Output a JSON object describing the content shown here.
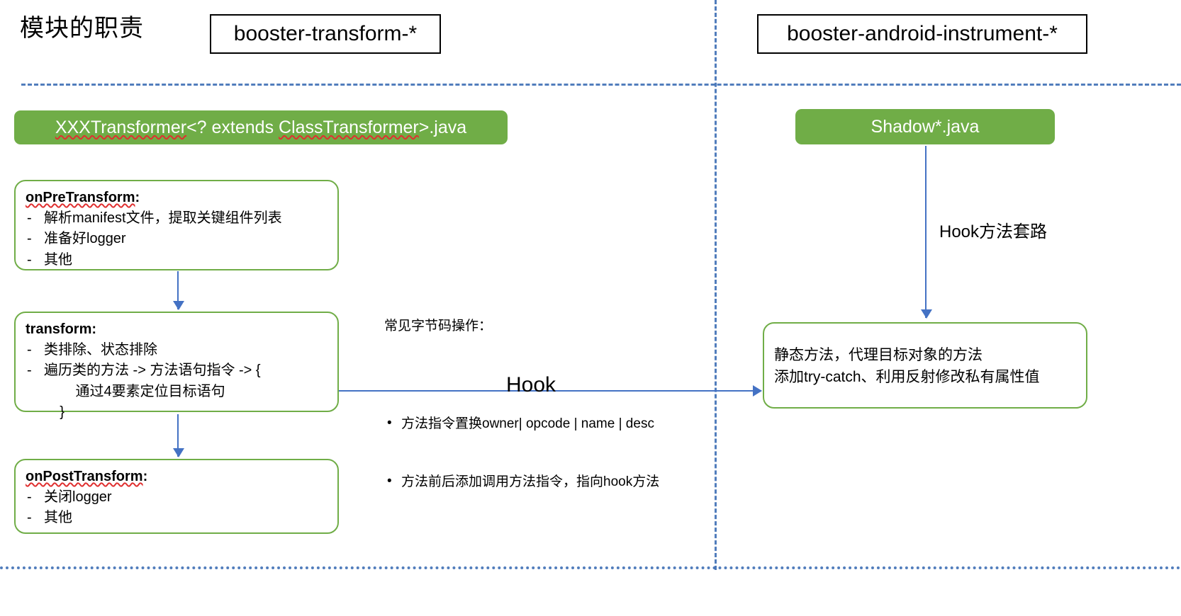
{
  "page": {
    "title": "模块的职责"
  },
  "modules": {
    "left": "booster-transform-*",
    "right": "booster-android-instrument-*"
  },
  "left_column": {
    "class_bar": {
      "prefix": "XXXTransformer",
      "middle": "<? extends ",
      "highlight": "ClassTransformer",
      "suffix": ">.java",
      "full": "XXXTransformer<? extends ClassTransformer>.java"
    },
    "cards": [
      {
        "id": "onPreTransform",
        "title": "onPreTransform",
        "title_suffix": ":",
        "items": [
          "解析manifest文件，提取关键组件列表",
          "准备好logger",
          "其他"
        ]
      },
      {
        "id": "transform",
        "title": "transform",
        "title_suffix": ":",
        "items": [
          "类排除、状态排除",
          "遍历类的方法 -> 方法语句指令 -> {"
        ],
        "extra_lines": [
          "        通过4要素定位目标语句",
          "    }"
        ]
      },
      {
        "id": "onPostTransform",
        "title": "onPostTransform",
        "title_suffix": ":",
        "items": [
          "关闭logger",
          "其他"
        ]
      }
    ]
  },
  "middle": {
    "bytecode_note_title": "常见字节码操作：",
    "bytecode_note_items": [
      "方法指令置换owner| opcode | name | desc",
      "方法前后添加调用方法指令，指向hook方法"
    ],
    "hook_label": "Hook"
  },
  "right_column": {
    "shadow_bar": "Shadow*.java",
    "hook_method_label": "Hook方法套路",
    "static_method_box": [
      "静态方法，代理目标对象的方法",
      "添加try-catch、利用反射修改私有属性值"
    ]
  },
  "colors": {
    "green_fill": "#70ad47",
    "green_stroke": "#70ad47",
    "arrow_blue": "#4472c4",
    "dash_blue": "#3f6fb5",
    "spellcheck_red": "#e03030"
  }
}
